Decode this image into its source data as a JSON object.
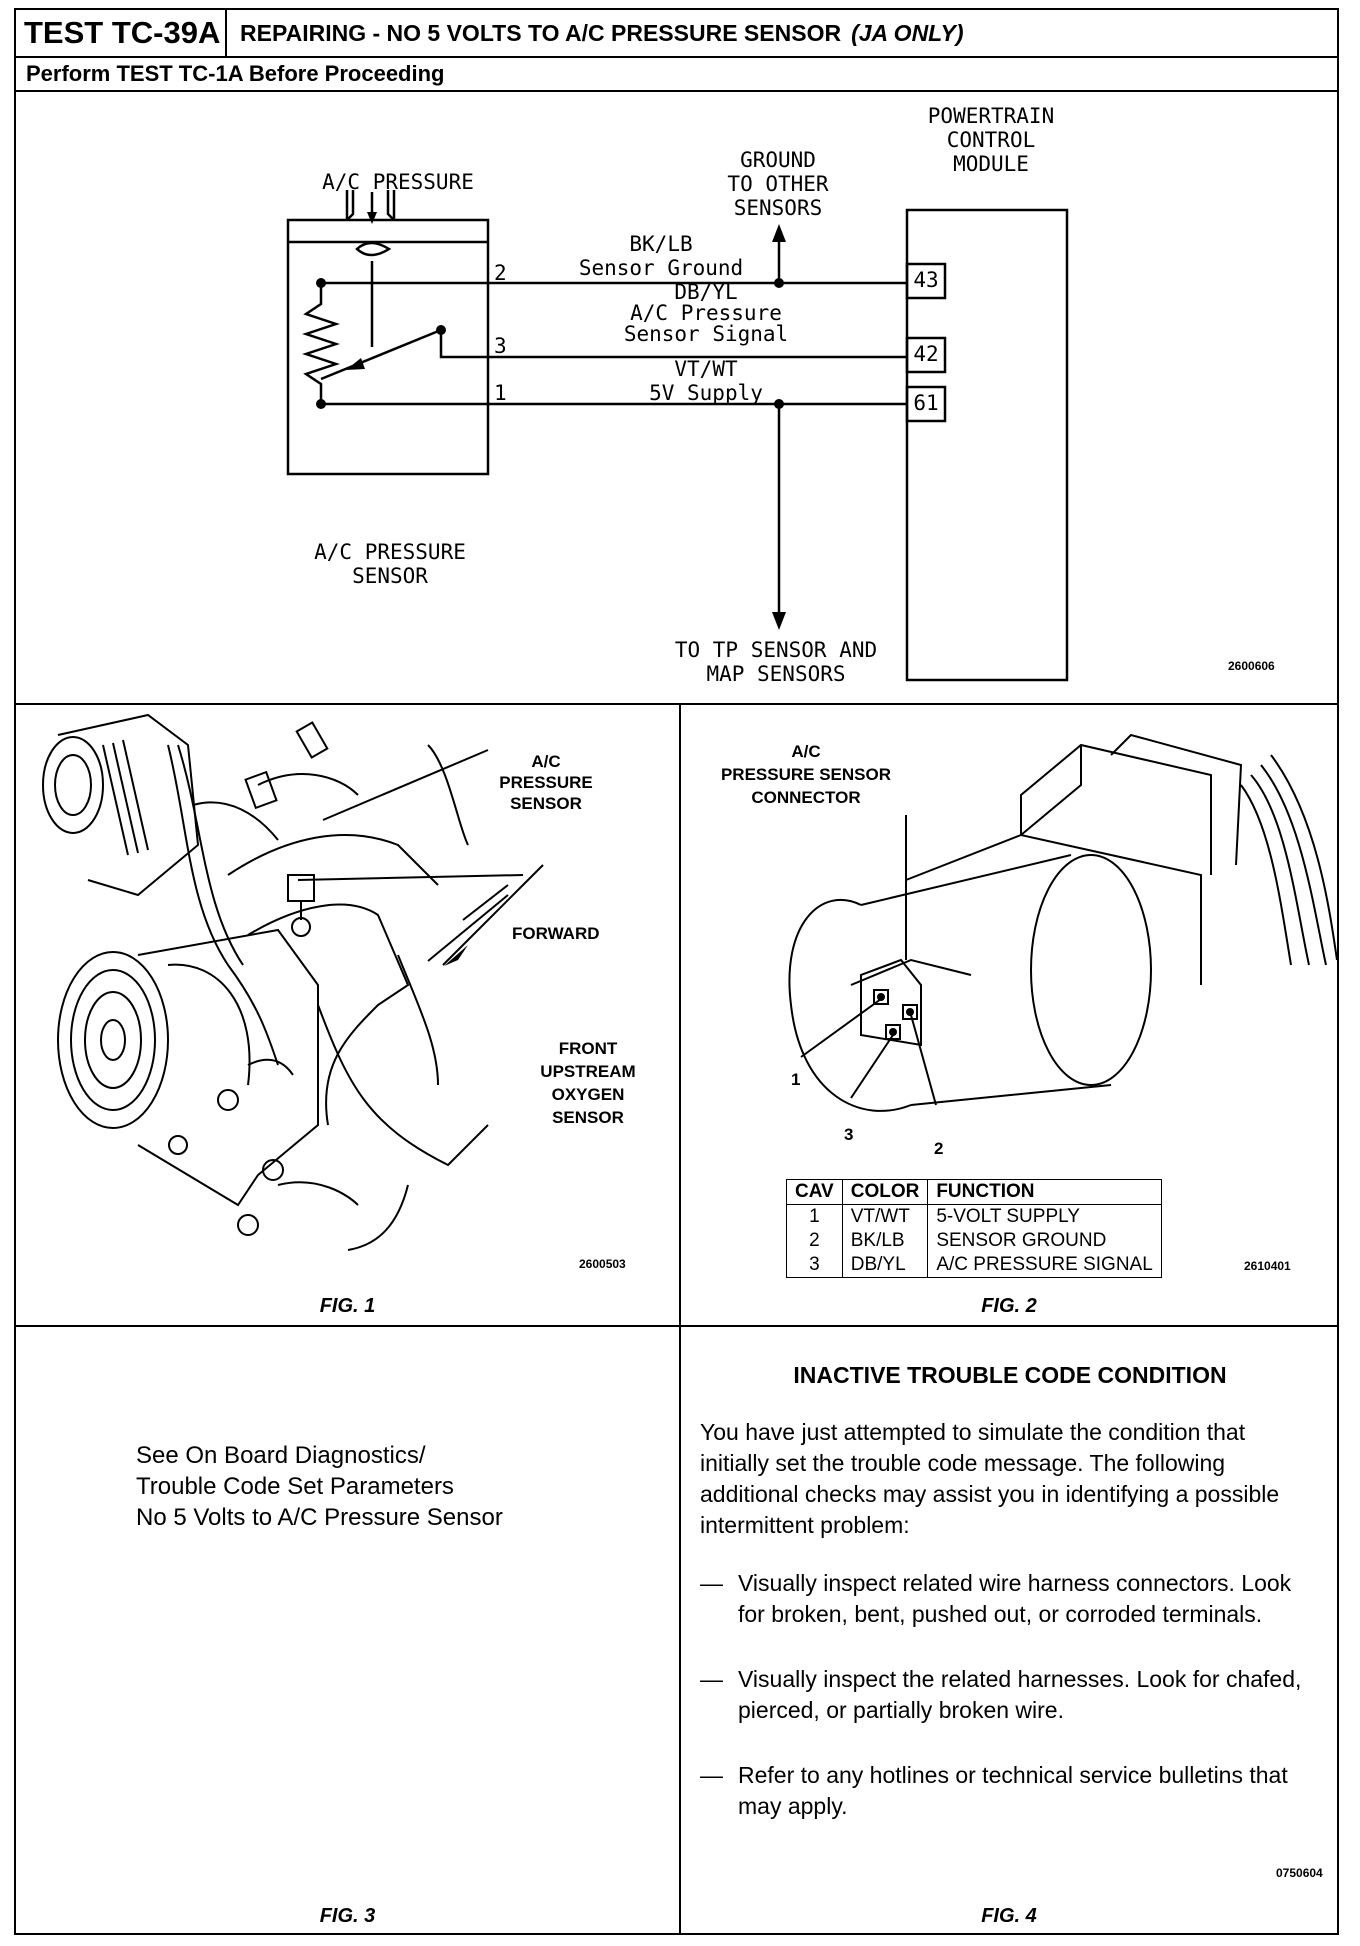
{
  "header": {
    "test_id": "TEST TC-39A",
    "title": "REPAIRING - NO 5 VOLTS TO A/C PRESSURE SENSOR",
    "title_note": "(JA ONLY)",
    "subtitle": "Perform TEST TC-1A Before Proceeding"
  },
  "schematic": {
    "pcm_label_1": "POWERTRAIN",
    "pcm_label_2": "CONTROL",
    "pcm_label_3": "MODULE",
    "ground_label_1": "GROUND",
    "ground_label_2": "TO OTHER",
    "ground_label_3": "SENSORS",
    "ac_pressure_label": "A/C PRESSURE",
    "sensor_label_1": "A/C PRESSURE",
    "sensor_label_2": "SENSOR",
    "wire_ground_color": "BK/LB",
    "wire_ground_name": "Sensor Ground",
    "wire_signal_color": "DB/YL",
    "wire_signal_name_1": "A/C Pressure",
    "wire_signal_name_2": "Sensor Signal",
    "wire_supply_color": "VT/WT",
    "wire_supply_name": "5V Supply",
    "pin_2": "2",
    "pin_3": "3",
    "pin_1": "1",
    "pcm_pin_ground": "43",
    "pcm_pin_signal": "42",
    "pcm_pin_supply": "61",
    "tp_label_1": "TO TP SENSOR AND",
    "tp_label_2": "MAP SENSORS",
    "code": "2600606"
  },
  "fig1": {
    "label_sensor_1": "A/C",
    "label_sensor_2": "PRESSURE",
    "label_sensor_3": "SENSOR",
    "label_forward": "FORWARD",
    "label_o2_1": "FRONT",
    "label_o2_2": "UPSTREAM",
    "label_o2_3": "OXYGEN",
    "label_o2_4": "SENSOR",
    "code": "2600503",
    "caption": "FIG. 1"
  },
  "fig2": {
    "label_1": "A/C",
    "label_2": "PRESSURE SENSOR",
    "label_3": "CONNECTOR",
    "callout_1": "1",
    "callout_2": "2",
    "callout_3": "3",
    "table": {
      "headers": [
        "CAV",
        "COLOR",
        "FUNCTION"
      ],
      "rows": [
        [
          "1",
          "VT/WT",
          "5-VOLT SUPPLY"
        ],
        [
          "2",
          "BK/LB",
          "SENSOR GROUND"
        ],
        [
          "3",
          "DB/YL",
          "A/C PRESSURE SIGNAL"
        ]
      ]
    },
    "code": "2610401",
    "caption": "FIG. 2"
  },
  "fig3": {
    "line_1": "See On Board Diagnostics/",
    "line_2": "Trouble Code Set Parameters",
    "line_3": "No 5 Volts to A/C Pressure Sensor",
    "caption": "FIG. 3"
  },
  "fig4": {
    "heading": "INACTIVE TROUBLE CODE CONDITION",
    "intro": "You have just attempted to simulate the condition that initially set the trouble code message. The following additional checks may assist you in identifying a possible intermittent problem:",
    "bullets": [
      "Visually inspect related wire harness connectors. Look for broken, bent, pushed out, or corroded terminals.",
      "Visually inspect the related harnesses. Look for chafed, pierced, or partially broken wire.",
      "Refer to any hotlines or technical service bulletins that may apply."
    ],
    "dash": "—",
    "code": "0750604",
    "caption": "FIG. 4"
  }
}
